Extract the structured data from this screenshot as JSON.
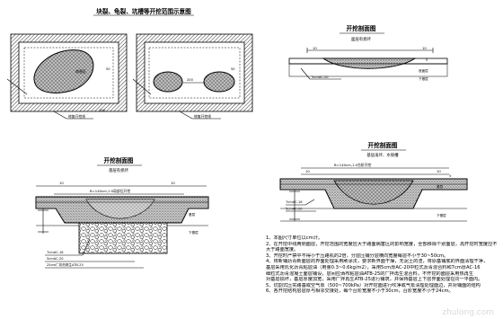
{
  "top_left": {
    "title": "块裂、龟裂、坑槽等开挖范围示意图",
    "labels": {
      "damage": "病害区",
      "cut_line": "修复开挖线",
      "dim_50": "50",
      "dim_100": "100",
      "dim_200": "200"
    }
  },
  "top_right": {
    "title": "开挖剖面图",
    "subtitle": "面层有损坏",
    "labels": {
      "dim_10": "10",
      "dim_5": "5",
      "layer": "5cmAC-20",
      "layer2": "底面层",
      "base": "下基层"
    }
  },
  "mid_left": {
    "title": "开挖剖面图",
    "subtitle": "基层有损坏",
    "labels": {
      "dim_10": "10",
      "dim_b": "B=140cm,1:5局部后开挖",
      "l1": "7cmAC-16",
      "l2": "5cmAC-20",
      "l3": "25cm厂拌热再生ATB-25",
      "base1": "基层",
      "base2": "下基层"
    }
  },
  "mid_right": {
    "title": "开挖剖面图",
    "subtitle": "基层发坏、水毁槽",
    "labels": {
      "dim_10": "10",
      "dim_b": "B=140cm,1:5台阶开挖",
      "dim_5": "5",
      "l1": "7cmAC-16",
      "l2": "5cmAC-20",
      "base": "下基层",
      "side": "基层"
    }
  },
  "notes": [
    "1、本图尺寸单位以cm计。",
    "2、在开挖中线两侧面层，开挖范围的宽度应大于路面病害区的影响宽度，全部移除个别面层，再开挖时宽度应不",
    "  大于路面宽度。",
    "3、开挖时严禁中不得小于压路机的2倍，分层压铺分层横向宽度每层不小于30~50cm。",
    "4、将新铺沥青新面层的界面处理采用刷涂法，要求新界面干燥，无泥土的渣，将原基铺底的界面清理干净，",
    "  基层采用乳化沥青粘层油（用量0.3~0.6kg/m2），采用5cm厚AC-20中粒式沥青混合料和7cm厚AC-16",
    "  细粒式沥青混凝土面层铺设，层间应洒布粘层油ATB-25的厂拌再生混合料，不开挖的面层采用热再生",
    "  对基层损坏，基层厚度加宽，采用厂拌再生ATB-25进行铺筑，并保持基层上下层界面处理在同一平面内。",
    "5、切割式压实路基或空气泵（500~700kPa）对开挖面进行吹净或气泵清理处理面边，并对铺面的结构",
    "6、各开挖结构层层厚与相邻交接处，每个台阶宽度不小于30cm，台阶宽度不小于24cm。"
  ],
  "watermark": "zhulong.com"
}
